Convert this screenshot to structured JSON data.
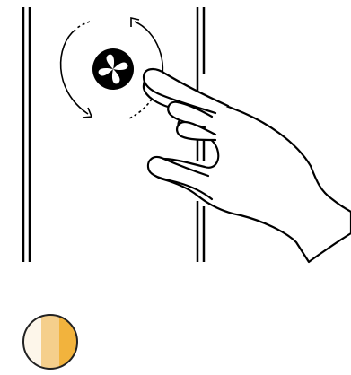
{
  "illustration": {
    "panel": "door-frame",
    "control": "fan-knob-icon",
    "gesture": "rotate-gesture",
    "hand": "pointing-hand"
  },
  "colors": {
    "line": "#000000",
    "background": "#ffffff",
    "swatch_light": "#fdf6ea",
    "swatch_mid": "#f5cf8c",
    "swatch_dark": "#f2b33d",
    "swatch_outline": "#222222"
  },
  "color_swatch": {
    "segments": [
      "light",
      "mid",
      "dark"
    ]
  }
}
